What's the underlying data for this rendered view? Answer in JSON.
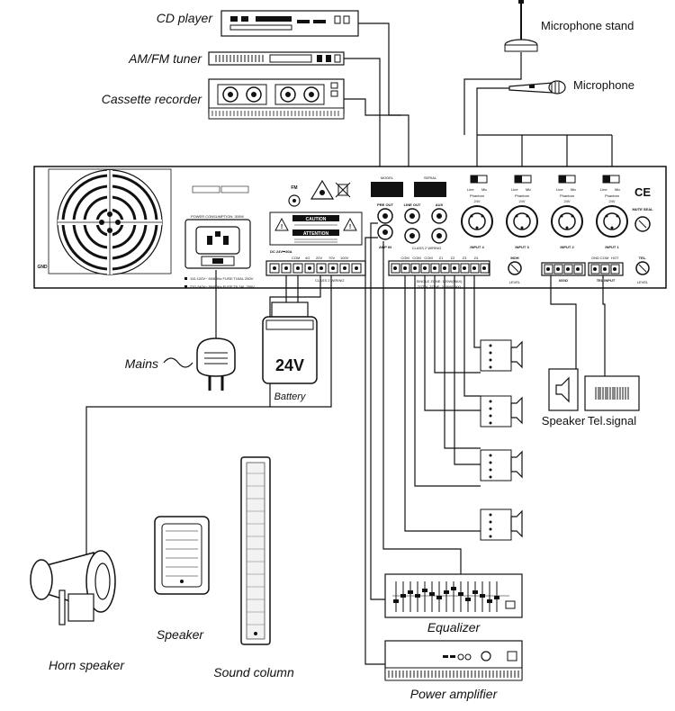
{
  "devices": {
    "cd_player": "CD player",
    "tuner": "AM/FM tuner",
    "cassette": "Cassette recorder",
    "mic_stand": "Microphone stand",
    "microphone": "Microphone",
    "mains": "Mains",
    "battery": "Battery",
    "battery_voltage": "24V",
    "speaker_right": "Speaker",
    "tel_signal": "Tel.signal",
    "horn": "Horn speaker",
    "speaker_bottom": "Speaker",
    "sound_column": "Sound column",
    "equalizer": "Equalizer",
    "power_amp": "Power amplifier"
  },
  "panel": {
    "power_consumption": "POWER CONSUMPTION: 300W",
    "fm": "FM",
    "model": "MODEL",
    "serial": "SERIAL",
    "pre_out": "PRE OUT",
    "line_out": "LINE OUT",
    "aux": "AUX",
    "amp_in": "AMP IN",
    "class2_wiring": "CLASS 2 WIRING",
    "input4": "INPUT 4",
    "input3": "INPUT 3",
    "input2": "INPUT 2",
    "input1": "INPUT 1",
    "line": "Line",
    "mic": "Mic",
    "phantom": "Phantom",
    "phantom_v": "24V",
    "mute_seal": "MUTE SEAL",
    "ce": "CE",
    "gnd": "GND",
    "moh": "MOH",
    "tel": "TEL.",
    "level": "LEVEL",
    "dc": "DC 24V⎓20A",
    "caution": "CAUTION",
    "attention": "ATTENTION",
    "fuse1": "110-120V~ 50/60Hz FUSE:T10AL 250V",
    "fuse2": "220-240V~ 50/60Hz FUSE:T6.3AL 250V",
    "single_zone": "SINGLE ZONE: 120W(MAX)",
    "total_zone": "TOTAL ZONE: 240W(MAX)",
    "z_com": "COM",
    "z1": "Z1",
    "z2": "Z2",
    "z3": "Z3",
    "z4": "Z4",
    "t4g": "4G",
    "t20v": "20V",
    "t70v": "70V",
    "t100v": "100V",
    "pwr_a": "600Ω",
    "tel_input": "TEL INPUT",
    "gnd2": "GND",
    "hot": "HOT"
  }
}
